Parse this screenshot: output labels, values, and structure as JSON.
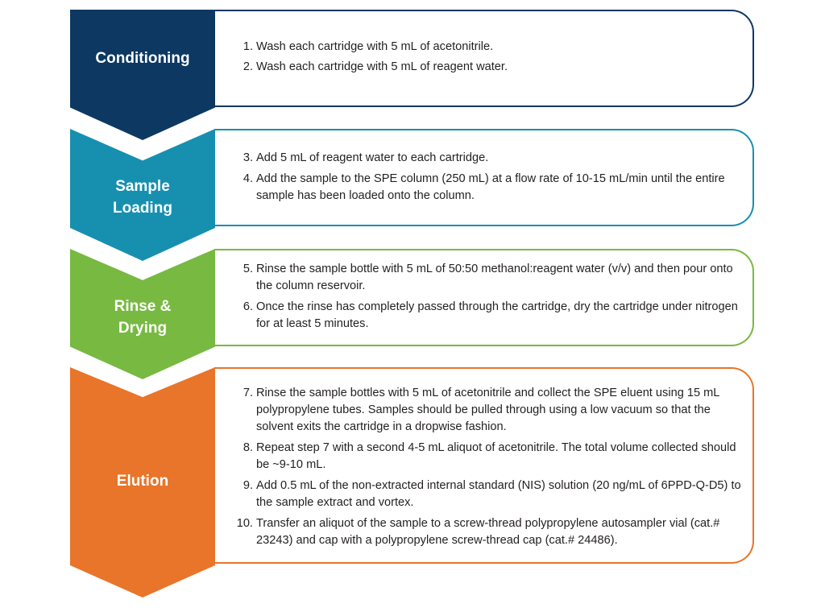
{
  "stages": [
    {
      "label_lines": [
        "Conditioning"
      ],
      "color": "#0d3862",
      "steps": [
        {
          "num": "1.",
          "text": "Wash each cartridge with 5 mL of acetonitrile."
        },
        {
          "num": "2.",
          "text": "Wash each cartridge with 5 mL of reagent water."
        }
      ]
    },
    {
      "label_lines": [
        "Sample",
        "Loading"
      ],
      "color": "#1790b0",
      "steps": [
        {
          "num": "3.",
          "text": "Add 5 mL of reagent water to each cartridge."
        },
        {
          "num": "4.",
          "text": "Add the sample to the SPE column (250 mL) at a flow rate of 10-15 mL/min until the entire sample has been loaded onto the column."
        }
      ]
    },
    {
      "label_lines": [
        "Rinse &",
        "Drying"
      ],
      "color": "#77b941",
      "steps": [
        {
          "num": "5.",
          "text": "Rinse the sample bottle with 5 mL of 50:50 methanol:reagent water (v/v) and then pour onto the column reservoir."
        },
        {
          "num": "6.",
          "text": "Once the rinse has completely passed through the cartridge, dry the cartridge under nitrogen for at least 5 minutes."
        }
      ]
    },
    {
      "label_lines": [
        "Elution"
      ],
      "color": "#e8752a",
      "steps": [
        {
          "num": "7.",
          "text": "Rinse the sample bottles with 5 mL of acetonitrile and collect the SPE eluent using 15 mL polypropylene tubes. Samples should be pulled through using a low vacuum so that the solvent exits the cartridge in a dropwise fashion."
        },
        {
          "num": "8.",
          "text": "Repeat step 7 with a second 4-5 mL aliquot of acetonitrile. The total volume collected should be ~9-10 mL."
        },
        {
          "num": "9.",
          "text": "Add 0.5 mL of the non-extracted internal standard (NIS) solution (20 ng/mL of 6PPD-Q-D5) to the sample extract and vortex."
        },
        {
          "num": "10.",
          "text": "Transfer an aliquot of the sample to a screw-thread polypropylene autosampler vial (cat.# 23243) and cap with a polypropylene screw-thread cap (cat.# 24486)."
        }
      ]
    }
  ]
}
